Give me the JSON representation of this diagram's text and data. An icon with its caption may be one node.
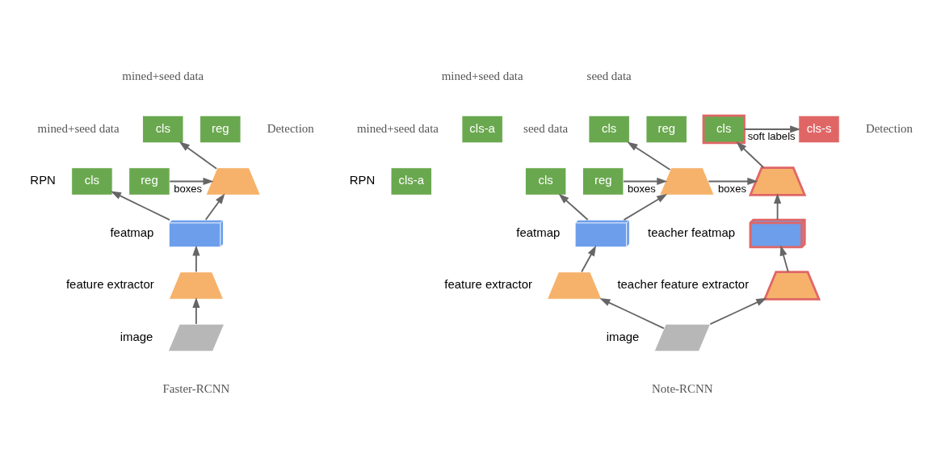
{
  "diagram": {
    "nodes": [
      {
        "text": [],
        "shape": "parallelogram",
        "beside": [
          "image"
        ]
      },
      {
        "text": [],
        "shape": "trapezoid",
        "beside": [
          "feature extractor"
        ]
      },
      {
        "text": [],
        "shape": "stack",
        "beside": [
          "featmap"
        ]
      },
      {
        "text": [
          "cls"
        ],
        "beside": [
          "RPN"
        ]
      },
      {
        "text": [
          "reg"
        ]
      },
      {
        "text": [],
        "shape": "trapezoid"
      },
      {
        "text": [
          "cls"
        ]
      },
      {
        "text": [
          "reg"
        ]
      },
      {
        "text": [],
        "shape": "parallelogram",
        "beside": [
          "image"
        ]
      },
      {
        "text": [],
        "shape": "trapezoid",
        "beside": [
          "feature extractor"
        ]
      },
      {
        "text": [],
        "shape": "stack",
        "beside": [
          "featmap"
        ]
      },
      {
        "text": [
          "cls-a"
        ],
        "beside": [
          "RPN"
        ]
      },
      {
        "text": [
          "cls"
        ]
      },
      {
        "text": [
          "reg"
        ]
      },
      {
        "text": [],
        "shape": "trapezoid"
      },
      {
        "text": [
          "cls-a"
        ]
      },
      {
        "text": [
          "cls"
        ]
      },
      {
        "text": [
          "reg"
        ]
      },
      {
        "text": [
          "cls-s"
        ]
      },
      {
        "text": [],
        "shape": "trapezoid",
        "beside": [
          "teacher feature extractor"
        ]
      },
      {
        "text": [],
        "shape": "stack",
        "beside": [
          "teacher featmap"
        ]
      },
      {
        "text": [],
        "shape": "trapezoid"
      },
      {
        "text": [
          "cls"
        ]
      }
    ],
    "edges": [
      {
        "from": 0,
        "to": 1,
        "arrow": "to"
      },
      {
        "from": 1,
        "to": 2,
        "arrow": "to"
      },
      {
        "from": 2,
        "to": 3,
        "arrow": "to"
      },
      {
        "from": 2,
        "to": 5,
        "arrow": "to"
      },
      {
        "from": 4,
        "to": 5,
        "arrow": "to",
        "label": "boxes"
      },
      {
        "from": 5,
        "to": 6,
        "arrow": "to"
      },
      {
        "from": 8,
        "to": 9,
        "arrow": "to"
      },
      {
        "from": 9,
        "to": 10,
        "arrow": "to"
      },
      {
        "from": 10,
        "to": 12,
        "arrow": "to"
      },
      {
        "from": 10,
        "to": 14,
        "arrow": "to"
      },
      {
        "from": 13,
        "to": 14,
        "arrow": "to",
        "label": "boxes"
      },
      {
        "from": 14,
        "to": 16,
        "arrow": "to"
      },
      {
        "from": 8,
        "to": 19,
        "arrow": "to"
      },
      {
        "from": 19,
        "to": 20,
        "arrow": "to"
      },
      {
        "from": 20,
        "to": 21,
        "arrow": "to"
      },
      {
        "from": 14,
        "to": 21,
        "arrow": "to",
        "label": "boxes"
      },
      {
        "from": 21,
        "to": 22,
        "arrow": "to"
      },
      {
        "from": 22,
        "to": 18,
        "arrow": "to",
        "label": "soft labels"
      }
    ],
    "labels": [
      "mined+seed data",
      "mined+seed data",
      "Detection",
      "Faster-RCNN",
      "mined+seed data",
      "seed data",
      "mined+seed data",
      "seed data",
      "Detection",
      "Note-RCNN"
    ]
  }
}
